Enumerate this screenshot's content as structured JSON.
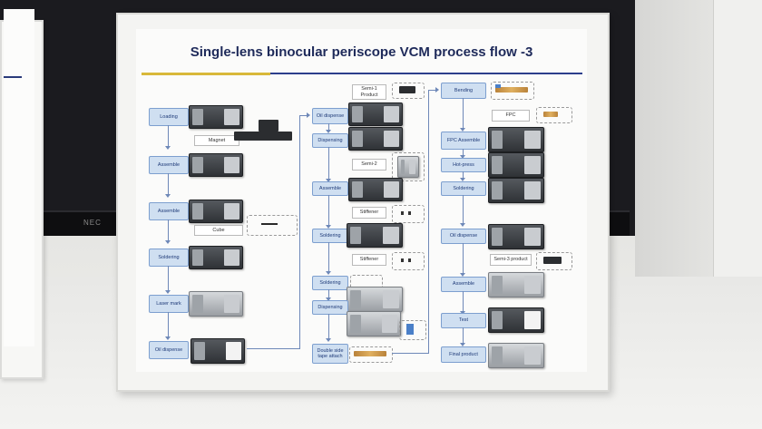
{
  "title": "Single-lens binocular periscope VCM process flow -3",
  "monitor_brand": "NEC",
  "column1": {
    "steps": [
      "Loading",
      "Assemble",
      "Assemble",
      "Soldering",
      "Laser mark",
      "Oil dispense"
    ],
    "labels": {
      "magnet": "Magnet",
      "cube": "Cube"
    }
  },
  "column2": {
    "steps": [
      "Oil dispense",
      "Dispensing",
      "Assemble",
      "Soldering",
      "Soldering",
      "Dispensing",
      "Double side tape attach"
    ],
    "labels": {
      "semi1": "Semi-1 Product",
      "semi2": "Semi-2",
      "stiffener1": "Stiffener",
      "stiffener2": "Stiffener"
    }
  },
  "column3": {
    "steps": [
      "Bending",
      "FPC Assemble",
      "Hot-press",
      "Soldering",
      "Oil dispense",
      "Assemble",
      "Test",
      "Final product"
    ],
    "labels": {
      "fpc": "FPC",
      "semi3": "Semi-3 product"
    }
  },
  "colors": {
    "title": "#1e2a5a",
    "step_fill": "#cfdff1",
    "step_border": "#7d9fcf",
    "accent_yellow": "#d8b83a",
    "accent_blue": "#2c3e8c"
  }
}
